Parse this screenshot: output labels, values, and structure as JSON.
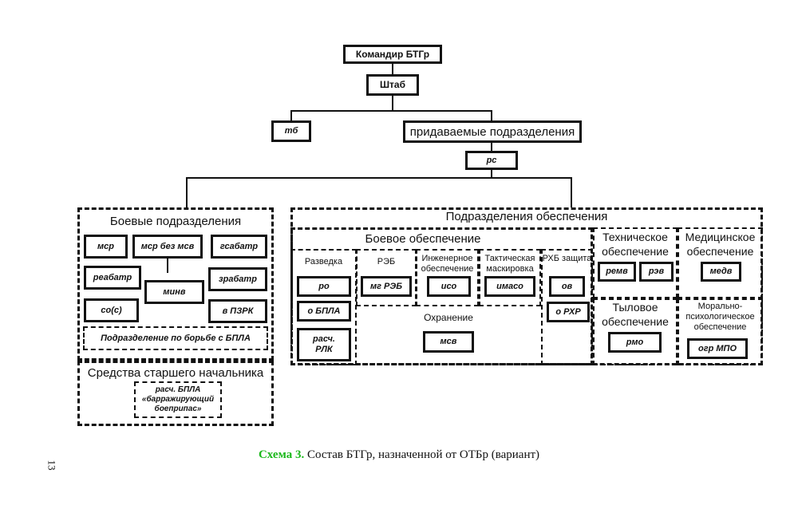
{
  "top": {
    "commander": "Командир БТГр",
    "staff": "Штаб",
    "tb": "тб",
    "attached": "придаваемые подразделения",
    "rs": "рс"
  },
  "combat_units": {
    "title": "Боевые подразделения",
    "units": [
      "мср",
      "мср без мсв",
      "гсабатр",
      "реабатр",
      "минв",
      "зрабатр",
      "со(с)",
      "в ПЗРК"
    ],
    "uav_unit": "Подразделение по борьбе с БПЛА"
  },
  "senior_means": {
    "title": "Средства старшего начальника",
    "item": "расч. БПЛА «барражирующий боеприпас»"
  },
  "support": {
    "title": "Подразделения обеспечения",
    "combat_support": {
      "title": "Боевое обеспечение",
      "recon": {
        "title": "Разведка",
        "units": [
          "ро",
          "о БПЛА",
          "расч. РЛК"
        ]
      },
      "ew": {
        "title": "РЭБ",
        "units": [
          "мг РЭБ"
        ]
      },
      "engineer": {
        "title": "Инженерное обеспечение",
        "units": [
          "исо"
        ]
      },
      "camouflage": {
        "title": "Тактическая маскировка",
        "units": [
          "имасо"
        ]
      },
      "cbrn": {
        "title": "РХБ защита",
        "units": [
          "ов",
          "о РХР"
        ]
      },
      "security": {
        "title": "Охранение",
        "units": [
          "мсв"
        ]
      }
    },
    "technical": {
      "title": "Техническое обеспечение",
      "units": [
        "ремв",
        "рэв"
      ]
    },
    "medical": {
      "title": "Медицинское обеспечение",
      "units": [
        "медв"
      ]
    },
    "logistics": {
      "title": "Тыловое обеспечение",
      "units": [
        "рмо"
      ]
    },
    "moral": {
      "title": "Морально-психологическое обеспечение",
      "units": [
        "огр МПО"
      ]
    }
  },
  "caption": {
    "label": "Схема 3.",
    "text": " Состав БТГр, назначенной от ОТБр (вариант)"
  },
  "page_number": "13",
  "colors": {
    "caption_label": "#1bb81b"
  }
}
